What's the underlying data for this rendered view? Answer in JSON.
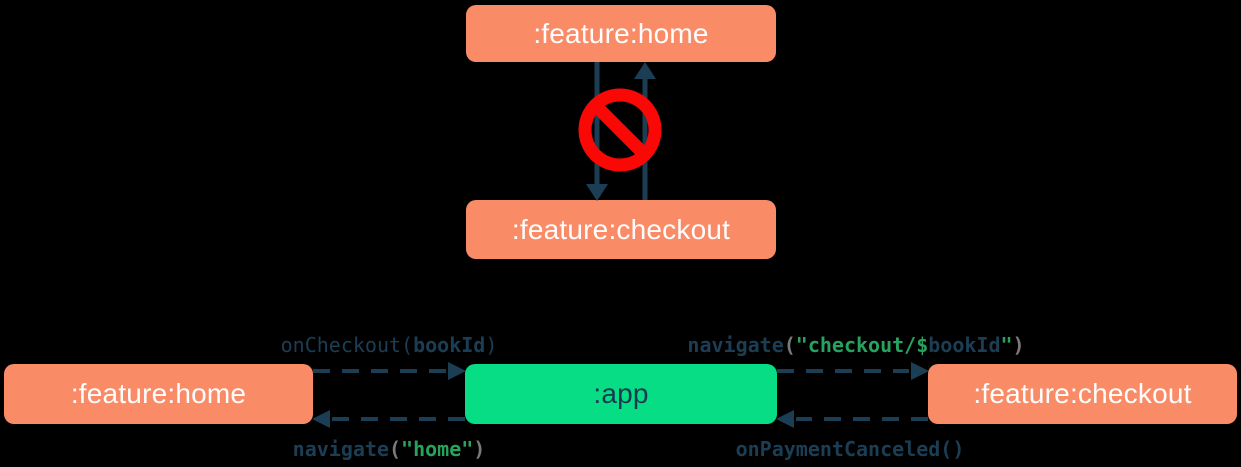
{
  "colors": {
    "background": "#000000",
    "feature_module_box": "#F98B67",
    "app_box": "#06DD84",
    "arrow_navy": "#1C3E54",
    "no_entry_red": "#FA0805",
    "code_navy": "#1C3E54",
    "code_string_green": "#27A35D",
    "code_paren_gray": "#7A7A7A"
  },
  "top_diagram": {
    "home_node": ":feature:home",
    "checkout_node": ":feature:checkout",
    "no_entry_icon": "no-entry-sign"
  },
  "bottom_diagram": {
    "home_node": ":feature:home",
    "app_node": ":app",
    "checkout_node": ":feature:checkout",
    "calls": {
      "on_checkout": {
        "fn": "onCheckout",
        "open": "(",
        "arg": "bookId",
        "close": ")"
      },
      "navigate_checkout": {
        "fn": "navigate",
        "open": "(",
        "str_open": "\"checkout/$",
        "arg": "bookId",
        "str_close": "\"",
        "close": ")"
      },
      "navigate_home": {
        "fn": "navigate",
        "open": "(",
        "str": "\"home\"",
        "close": ")"
      },
      "on_payment_canceled": {
        "fn": "onPaymentCanceled",
        "parens": "()"
      }
    }
  }
}
